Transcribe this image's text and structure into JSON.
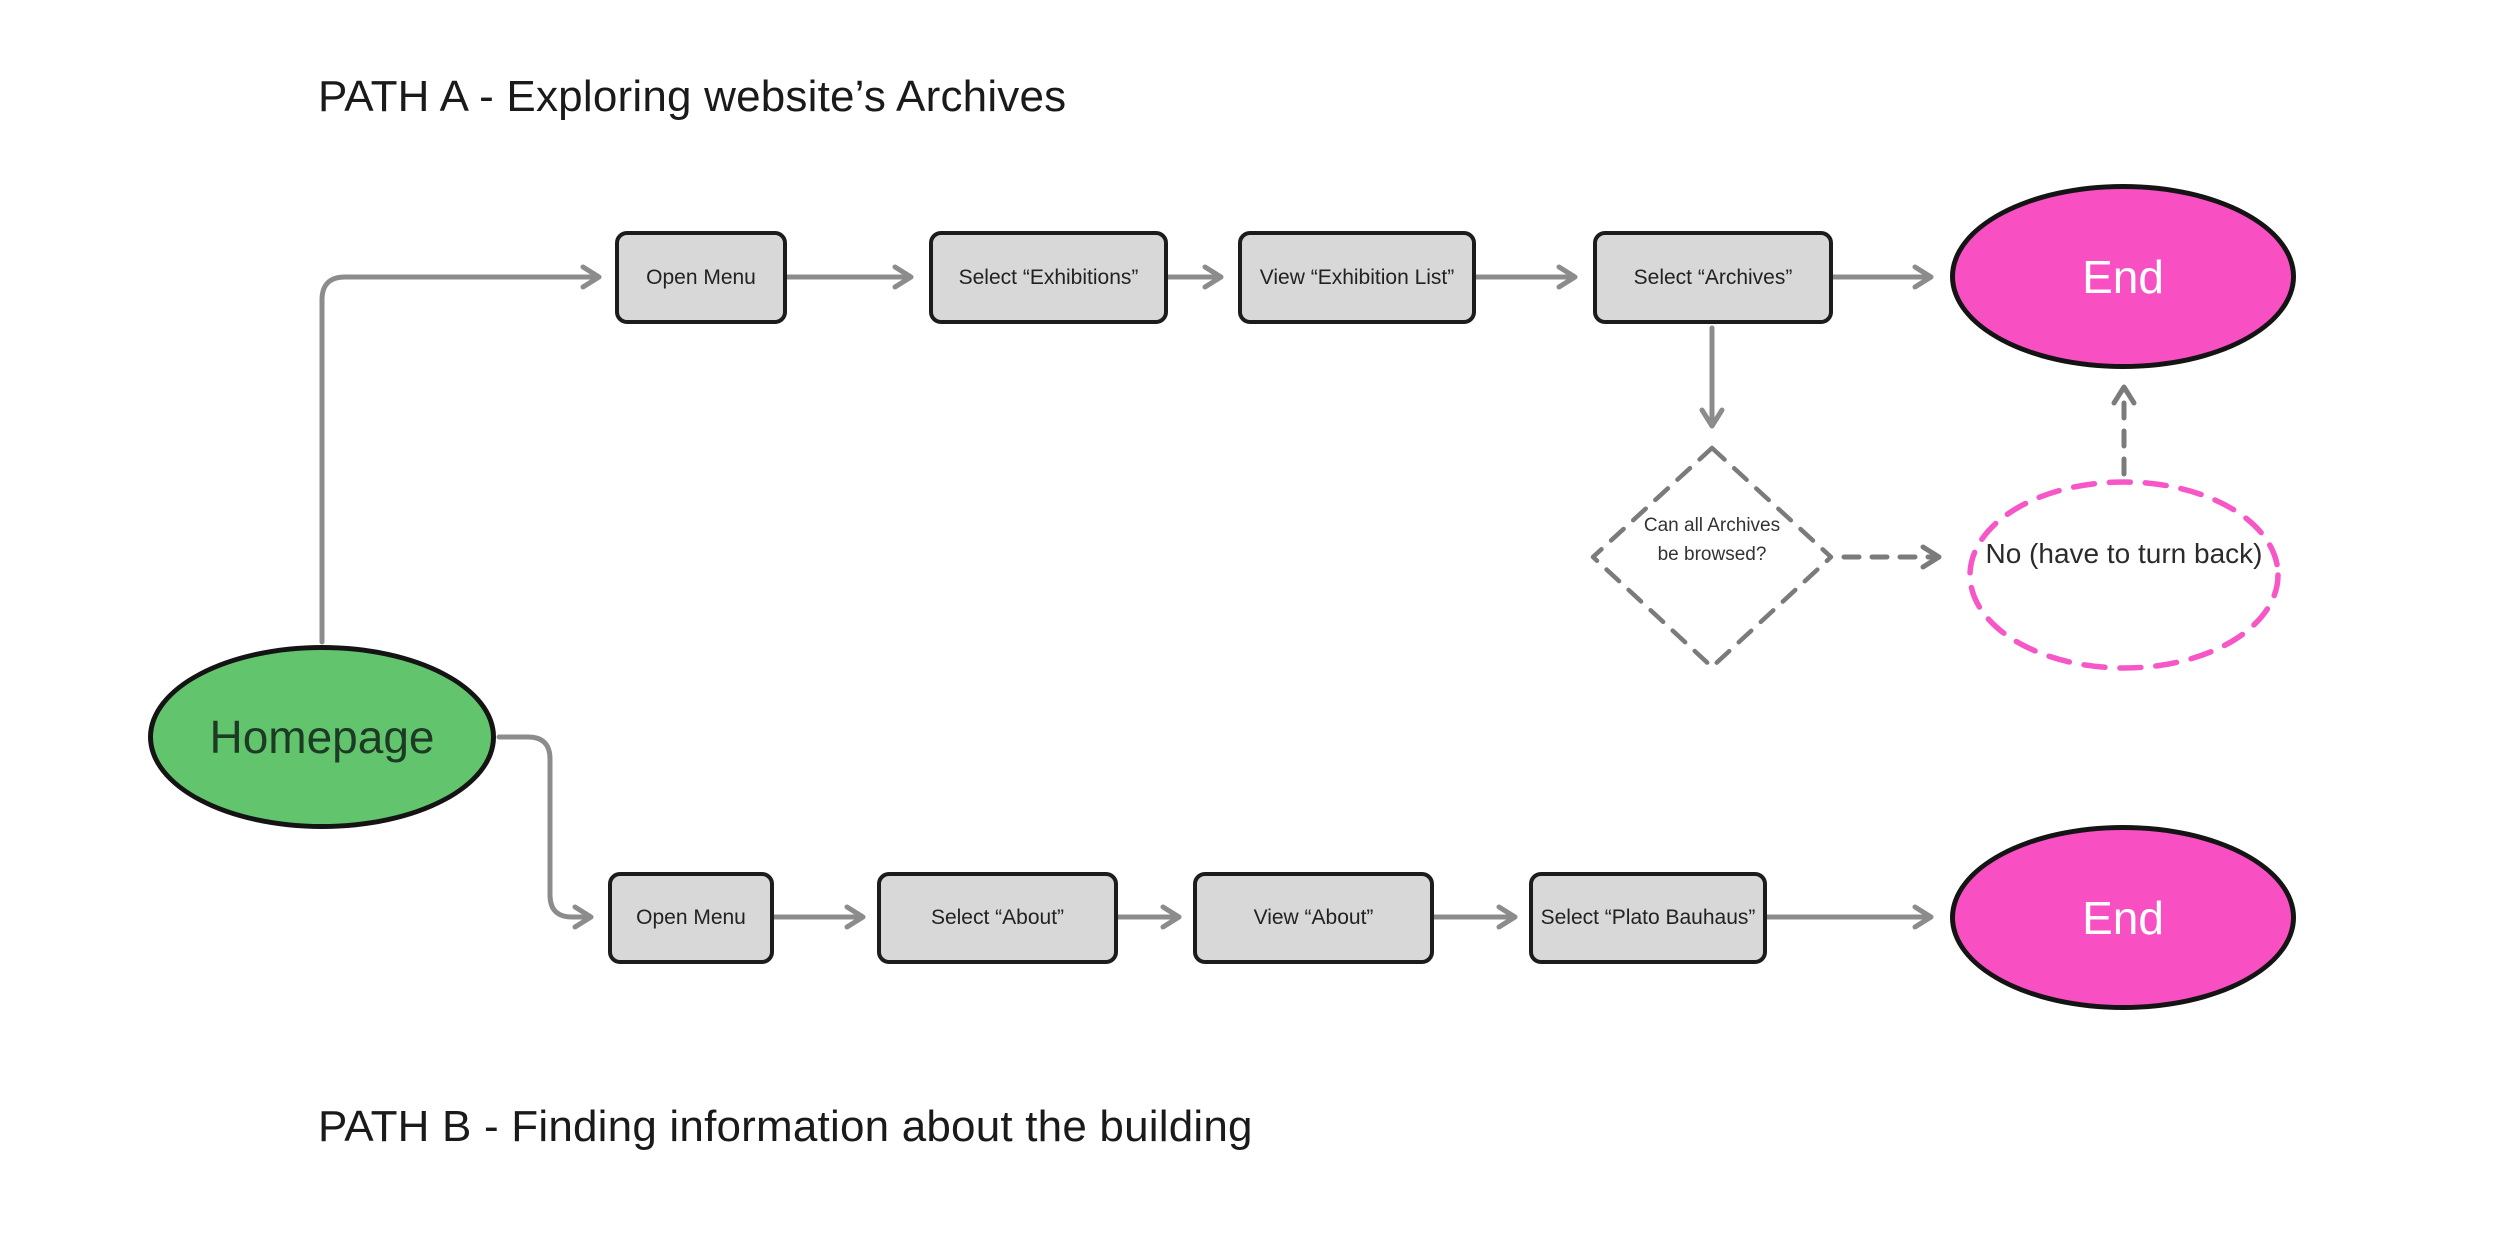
{
  "titles": {
    "path_a": "PATH A - Exploring website’s Archives",
    "path_b": "PATH B - Finding information about the building"
  },
  "nodes": {
    "homepage": "Homepage",
    "end_a": "End",
    "end_b": "End",
    "decision": "Can all Archives be browsed?",
    "outcome_no": "No (have to turn back)"
  },
  "path_a_steps": [
    "Open Menu",
    "Select “Exhibitions”",
    "View “Exhibition List”",
    "Select “Archives”"
  ],
  "path_b_steps": [
    "Open Menu",
    "Select “About”",
    "View “About”",
    "Select “Plato Bauhaus”"
  ],
  "colors": {
    "start_fill": "#62c56e",
    "end_fill": "#f84fc3",
    "step_fill": "#d8d8d8",
    "step_border": "#1c1c1c",
    "arrow_gray": "#8c8c8c",
    "dashed_gray": "#7b7b7b",
    "dashed_pink": "#f656c6",
    "background": "#ffffff"
  }
}
